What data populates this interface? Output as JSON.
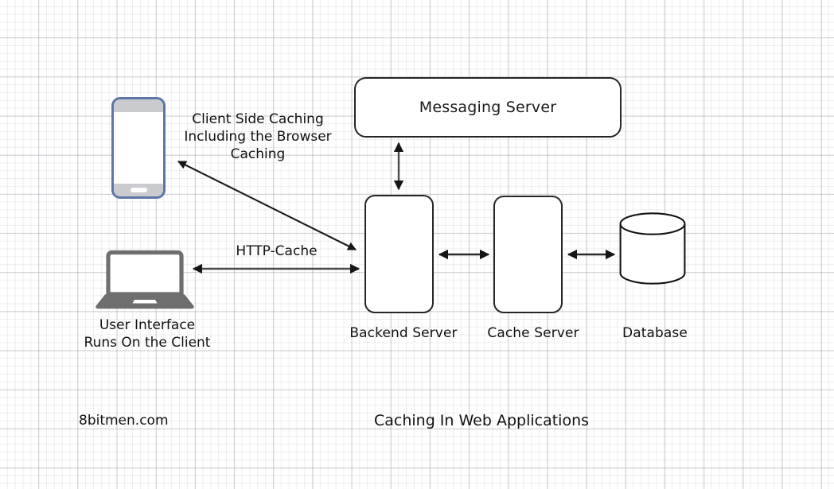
{
  "diagram": {
    "title": "Caching In Web Applications",
    "watermark": "8bitmen.com",
    "background": {
      "style": "graph-paper-grid",
      "major_color": "#9698a0",
      "minor_color": "#afb2be",
      "page_color": "#ffffff"
    },
    "colors": {
      "stroke": "#262626",
      "phone_border": "#5d75a8",
      "phone_bezel": "#c9cbce",
      "laptop_gray": "#6e6e6e",
      "text": "#111111"
    }
  },
  "nodes": [
    {
      "id": "messaging-server",
      "label": "Messaging Server",
      "shape": "rounded-rect",
      "label_position": "inside"
    },
    {
      "id": "backend-server",
      "label": "Backend Server",
      "shape": "rounded-rect",
      "label_position": "below"
    },
    {
      "id": "cache-server",
      "label": "Cache Server",
      "shape": "rounded-rect",
      "label_position": "below"
    },
    {
      "id": "database",
      "label": "Database",
      "shape": "cylinder",
      "label_position": "below"
    },
    {
      "id": "phone",
      "label": "",
      "shape": "smartphone",
      "label_position": "none"
    },
    {
      "id": "laptop",
      "label": "User Interface\nRuns On the Client",
      "shape": "laptop",
      "label_position": "below"
    }
  ],
  "client_caption": {
    "line1": "User Interface",
    "line2": "Runs On the Client"
  },
  "annotations": {
    "client_side_caching": {
      "line1": "Client Side Caching",
      "line2": "Including the Browser",
      "line3": "Caching"
    },
    "http_cache": "HTTP-Cache"
  },
  "edges": [
    {
      "id": "messaging-backend",
      "from": "messaging-server",
      "to": "backend-server",
      "arrow": "double",
      "orientation": "vertical",
      "label": ""
    },
    {
      "id": "laptop-backend",
      "from": "laptop",
      "to": "backend-server",
      "arrow": "double",
      "orientation": "horizontal",
      "label": "HTTP-Cache"
    },
    {
      "id": "backend-phone",
      "from": "backend-server",
      "to": "phone",
      "arrow": "double",
      "orientation": "diagonal",
      "label": "Client Side Caching Including the Browser Caching"
    },
    {
      "id": "backend-cache",
      "from": "backend-server",
      "to": "cache-server",
      "arrow": "double",
      "orientation": "horizontal",
      "label": ""
    },
    {
      "id": "cache-database",
      "from": "cache-server",
      "to": "database",
      "arrow": "double",
      "orientation": "horizontal",
      "label": ""
    }
  ]
}
